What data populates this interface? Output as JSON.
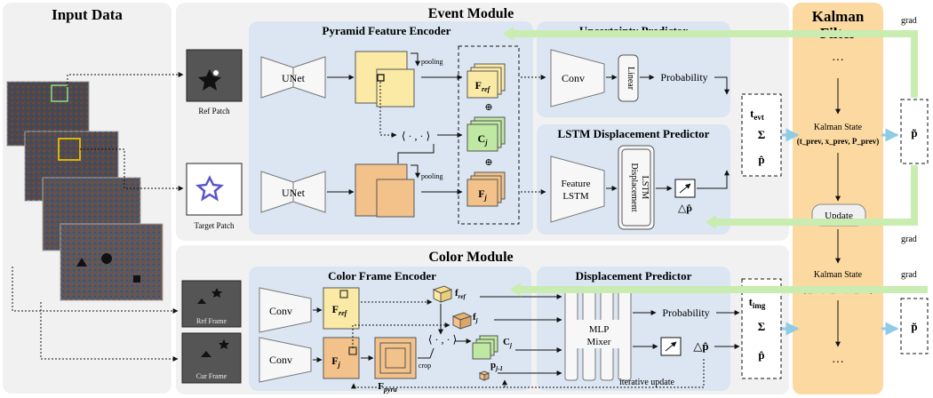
{
  "sections": {
    "input_data": "Input Data",
    "event_module": "Event Module",
    "color_module": "Color Module",
    "kalman_filter": [
      "Kalman",
      "Filter"
    ]
  },
  "event": {
    "pyramid_encoder": "Pyramid Feature Encoder",
    "unet": "UNet",
    "pooling": "pooling",
    "inner_product": "⟨ · , · ⟩",
    "plus": "⊕",
    "f_ref": {
      "base": "F",
      "sub": "ref"
    },
    "c_j": {
      "base": "C",
      "sub": "j"
    },
    "f_j": {
      "base": "F",
      "sub": "j"
    },
    "uncertainty_predictor": "Uncertainty Predictor",
    "conv": "Conv",
    "linear": "Linear",
    "probability": "Probability",
    "lstm_predictor": "LSTM Displacement Predictor",
    "feature_lstm": [
      "Feature",
      "LSTM"
    ],
    "displacement_lstm": [
      "Displacement",
      "LSTM"
    ],
    "delta_p": "△p̂",
    "ref_patch": "Ref Patch",
    "target_patch": "Target Patch",
    "state_t": {
      "base": "t",
      "sub": "evt"
    },
    "sigma": "Σ",
    "p_hat": "p̂"
  },
  "color": {
    "encoder": "Color Frame Encoder",
    "conv": "Conv",
    "f_ref": {
      "base": "F",
      "sub": "ref"
    },
    "f_j": {
      "base": "F",
      "sub": "j"
    },
    "f_pyra": {
      "base": "F",
      "sub": "pyra"
    },
    "crop": "crop",
    "inner_product": "⟨ · , · ⟩",
    "small_f_ref": {
      "base": "f",
      "sub": "ref"
    },
    "small_f_j": {
      "base": "f",
      "sub": "j"
    },
    "c_j": {
      "base": "C",
      "sub": "j"
    },
    "p_prev": {
      "base": "p",
      "sub": "j-1"
    },
    "displacement_predictor": "Displacement Predictor",
    "mlp_mixer": [
      "MLP",
      "Mixer"
    ],
    "probability": "Probability",
    "delta_p": "△p̂",
    "iterative_update": "iterative update",
    "ref_frame": "Ref Frame",
    "cur_frame": "Cur Frame",
    "state_t": {
      "base": "t",
      "sub": "img"
    },
    "sigma": "Σ",
    "p_hat": "p̂"
  },
  "kalman": {
    "dots_top": "···",
    "state_prev_title": "Kalman State",
    "state_prev": "(t_prev, x_prev, P_prev)",
    "update": "Update",
    "state_cur_title": "Kalman State",
    "state_cur": "(t_cur, x_cur, P_cur)",
    "dots_bottom": "···",
    "p_tilde": "p̃"
  },
  "grad_labels": [
    "grad",
    "grad",
    "grad"
  ],
  "colors": {
    "outer_panel": "#f1f1f1",
    "module_panel": "#dbe6f2",
    "kalman_panel": "#fbd9a0",
    "feature_yellow": "#fbeaa6",
    "feature_orange": "#f2c28a",
    "feature_green": "#bfe8a3",
    "grad_arrow": "#c9ecb0",
    "state_arrow": "#9fd3ec"
  }
}
